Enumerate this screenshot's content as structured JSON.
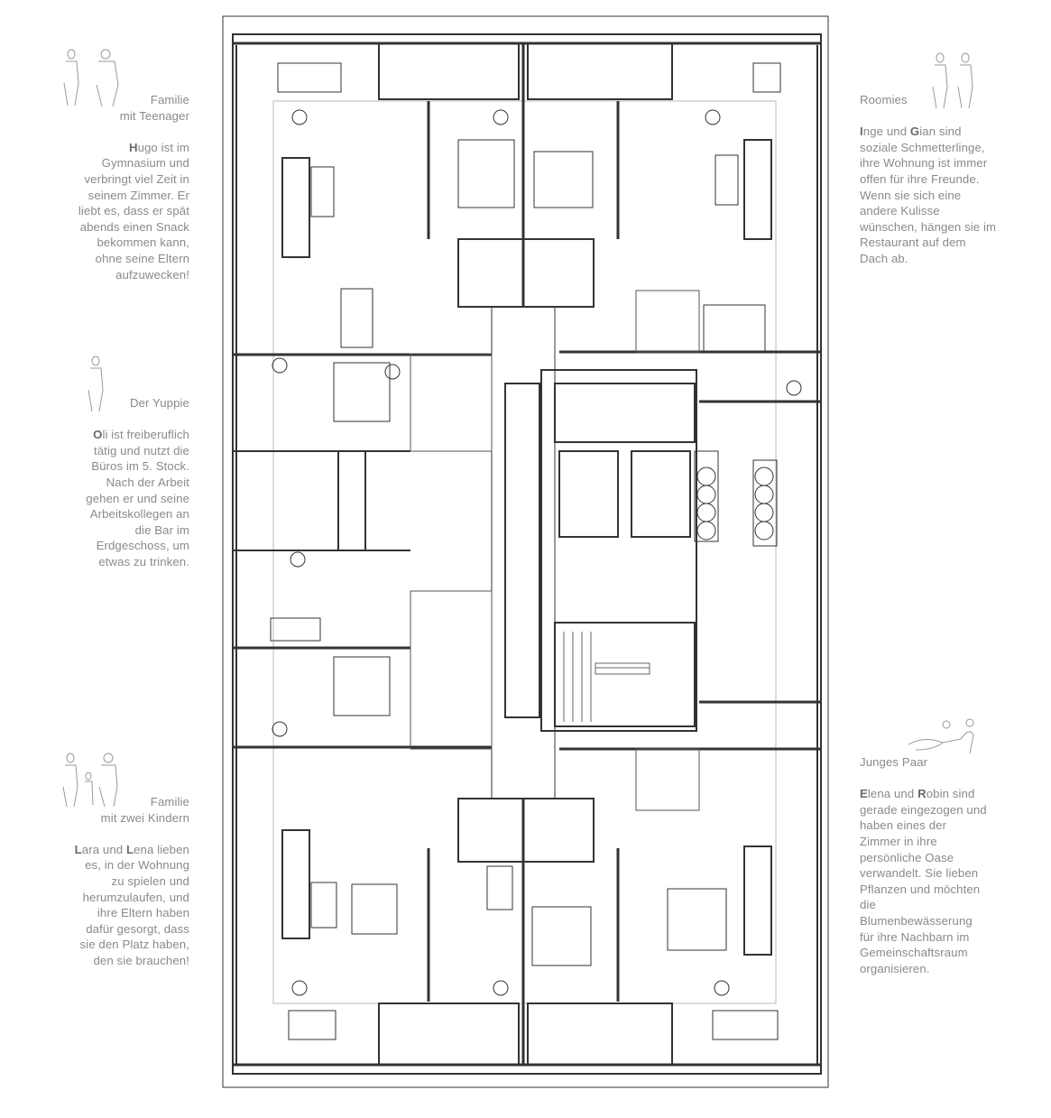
{
  "notes": [
    {
      "id": "teenager",
      "side": "left",
      "title": [
        "Familie",
        "mit Teenager"
      ],
      "lines": [
        [
          [
            "H",
            1
          ],
          [
            "ugo ist im",
            0
          ]
        ],
        [
          [
            "Gymnasium  und",
            0
          ]
        ],
        [
          [
            "verbringt viel Zeit in",
            0
          ]
        ],
        [
          [
            "seinem Zimmer. Er",
            0
          ]
        ],
        [
          [
            "liebt es, dass er spät",
            0
          ]
        ],
        [
          [
            "abends einen Snack",
            0
          ]
        ],
        [
          [
            "bekommen kann,",
            0
          ]
        ],
        [
          [
            "ohne seine Eltern",
            0
          ]
        ],
        [
          [
            "aufzuwecken!",
            0
          ]
        ]
      ]
    },
    {
      "id": "yuppie",
      "side": "left",
      "title": [
        "Der Yuppie"
      ],
      "lines": [
        [
          [
            "O",
            1
          ],
          [
            "li ist freiberuflich",
            0
          ]
        ],
        [
          [
            "tätig und nutzt die",
            0
          ]
        ],
        [
          [
            "Büros im 5. Stock.",
            0
          ]
        ],
        [
          [
            "Nach der Arbeit",
            0
          ]
        ],
        [
          [
            "gehen er und seine",
            0
          ]
        ],
        [
          [
            "Arbeitskollegen an",
            0
          ]
        ],
        [
          [
            "die Bar im",
            0
          ]
        ],
        [
          [
            "Erdgeschoss, um",
            0
          ]
        ],
        [
          [
            "etwas zu trinken.",
            0
          ]
        ]
      ]
    },
    {
      "id": "kinder",
      "side": "left",
      "title": [
        "Familie",
        "mit zwei Kindern"
      ],
      "lines": [
        [
          [
            "L",
            1
          ],
          [
            "ara und ",
            0
          ],
          [
            "L",
            1
          ],
          [
            "ena lieben",
            0
          ]
        ],
        [
          [
            "es, in der Wohnung",
            0
          ]
        ],
        [
          [
            "zu spielen und",
            0
          ]
        ],
        [
          [
            "herumzulaufen, und",
            0
          ]
        ],
        [
          [
            "ihre Eltern haben",
            0
          ]
        ],
        [
          [
            "dafür gesorgt, dass",
            0
          ]
        ],
        [
          [
            "sie den Platz haben,",
            0
          ]
        ],
        [
          [
            "den sie brauchen!",
            0
          ]
        ]
      ]
    },
    {
      "id": "roomies",
      "side": "right",
      "title": [
        "Roomies"
      ],
      "lines": [
        [
          [
            "I",
            1
          ],
          [
            "nge und ",
            0
          ],
          [
            "G",
            1
          ],
          [
            "ian sind",
            0
          ]
        ],
        [
          [
            "soziale Schmetterlinge,",
            0
          ]
        ],
        [
          [
            "ihre Wohnung ist immer",
            0
          ]
        ],
        [
          [
            "offen für ihre Freunde.",
            0
          ]
        ],
        [
          [
            "Wenn sie sich eine",
            0
          ]
        ],
        [
          [
            "andere Kulisse",
            0
          ]
        ],
        [
          [
            "wünschen, hängen sie im",
            0
          ]
        ],
        [
          [
            "Restaurant auf dem",
            0
          ]
        ],
        [
          [
            "Dach ab.",
            0
          ]
        ]
      ]
    },
    {
      "id": "paar",
      "side": "right",
      "title": [
        "Junges Paar"
      ],
      "lines": [
        [
          [
            "E",
            1
          ],
          [
            "lena und ",
            0
          ],
          [
            "R",
            1
          ],
          [
            "obin sind",
            0
          ]
        ],
        [
          [
            "gerade eingezogen und",
            0
          ]
        ],
        [
          [
            "haben eines der",
            0
          ]
        ],
        [
          [
            "Zimmer in ihre",
            0
          ]
        ],
        [
          [
            "persönliche Oase",
            0
          ]
        ],
        [
          [
            "verwandelt. Sie lieben",
            0
          ]
        ],
        [
          [
            "Pflanzen und möchten",
            0
          ]
        ],
        [
          [
            "die",
            0
          ]
        ],
        [
          [
            "Blumenbewässerung",
            0
          ]
        ],
        [
          [
            "für ihre Nachbarn im",
            0
          ]
        ],
        [
          [
            "Gemeinschaftsraum",
            0
          ]
        ],
        [
          [
            "organisieren.",
            0
          ]
        ]
      ]
    }
  ],
  "colors": {
    "text": "#8a8a8a",
    "line": "#333333",
    "grey": "#bbbbbb"
  }
}
